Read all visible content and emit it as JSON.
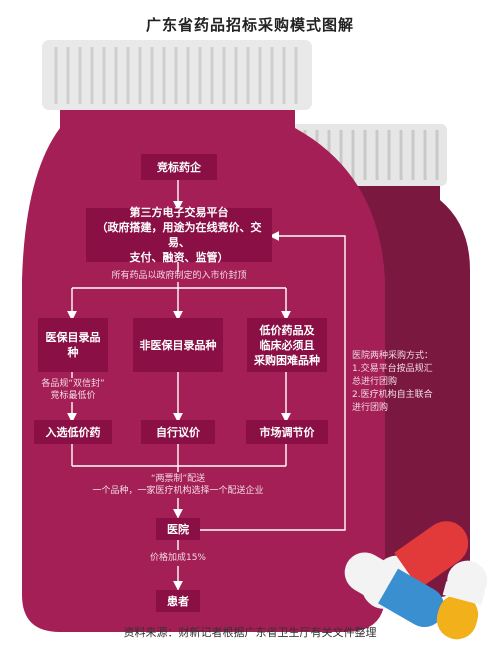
{
  "title": "广东省药品招标采购模式图解",
  "nodes": {
    "bidding": "竞标药企",
    "platform_line1": "第三方电子交易平台",
    "platform_line2": "（政府搭建，用途为在线竞价、交易、",
    "platform_line3": "支付、融资、监管）",
    "ceiling_note": "所有药品以政府制定的入市价封顶",
    "cat1": "医保目录品种",
    "cat2": "非医保目录品种",
    "cat3_line1": "低价药品及",
    "cat3_line2": "临床必须且",
    "cat3_line3": "采购困难品种",
    "cat1_note_line1": "各品规“双信封”",
    "cat1_note_line2": "竞标最低价",
    "price1": "入选低价药",
    "price2": "自行议价",
    "price3": "市场调节价",
    "dist_line1": "“两票制”配送",
    "dist_line2": "一个品种，一家医疗机构选择一个配送企业",
    "hospital": "医院",
    "markup_note": "价格加成15%",
    "patient": "患者"
  },
  "side_note": {
    "line1": "医院两种采购方式：",
    "line2": "1.交易平台按品规汇",
    "line3": "总进行团购",
    "line4": "2.医疗机构自主联合",
    "line5": "进行团购"
  },
  "source": "资料来源：财新记者根据广东省卫生厅有关文件整理",
  "colors": {
    "bottle_main": "#a31f56",
    "bottle_back": "#7a1840",
    "box": "#8a0f45",
    "cap": "#e9e9ea",
    "capsule_red": "#e23a3a",
    "capsule_blue": "#3a8fd0",
    "capsule_yellow": "#f2b11a"
  }
}
